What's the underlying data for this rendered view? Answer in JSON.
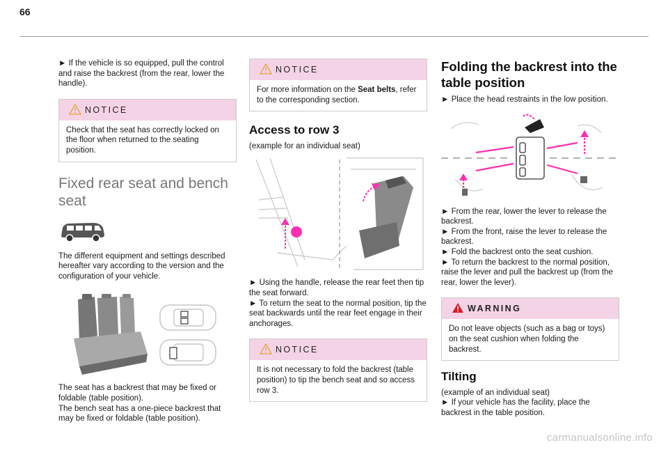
{
  "page_number": "66",
  "col1": {
    "intro": "► If the vehicle is so equipped, pull the control and raise the backrest (from the rear, lower the handle).",
    "notice_title": "NOTICE",
    "notice_text": "Check that the seat has correctly locked on the floor when returned to the seating position.",
    "section_title": "Fixed rear seat and bench seat",
    "equipment_text": "The different equipment and settings described hereafter vary according to the version and the configuration of your vehicle.",
    "bench_text_1": "The seat has a backrest that may be fixed or foldable (table position).",
    "bench_text_2": "The bench seat has a one-piece backrest that may be fixed or foldable (table position)."
  },
  "col2": {
    "notice_title": "NOTICE",
    "notice_prefix": "For more information on the ",
    "notice_bold": "Seat belts",
    "notice_suffix": ", refer to the corresponding section.",
    "access_title": "Access to row 3",
    "access_example": "(example for an individual seat)",
    "step1": "► Using the handle, release the rear feet then tip the seat forward.",
    "step2": "► To return the seat to the normal position, tip the seat backwards until the rear feet engage in their anchorages.",
    "notice2_title": "NOTICE",
    "notice2_text": "It is not necessary to fold the backrest (table position) to tip the bench seat and so access row 3."
  },
  "col3": {
    "fold_title": "Folding the backrest into the table position",
    "fold_step0": "► Place the head restraints in the low position.",
    "fold_step1": "► From the rear, lower the lever to release the backrest.",
    "fold_step2": "► From the front, raise the lever to release the backrest.",
    "fold_step3": "► Fold the backrest onto the seat cushion.",
    "fold_step4": "► To return the backrest to the normal position, raise the lever and pull the backrest up (from the rear, lower the lever).",
    "warning_title": "WARNING",
    "warning_text": "Do not leave objects (such as a bag or toys) on the seat cushion when folding the backrest.",
    "tilt_title": "Tilting",
    "tilt_example": "(example of an individual seat)",
    "tilt_step": "► If your vehicle has the facility, place the backrest in the table position."
  },
  "watermark": "carmanualsonline.info",
  "colors": {
    "accent_pink": "#f4d3e6",
    "arrow_magenta": "#ff2fb0",
    "warning_red": "#d81e28",
    "notice_orange": "#e8a23a"
  },
  "icons": [
    "notice-triangle-icon",
    "warning-triangle-icon",
    "van-icon"
  ]
}
